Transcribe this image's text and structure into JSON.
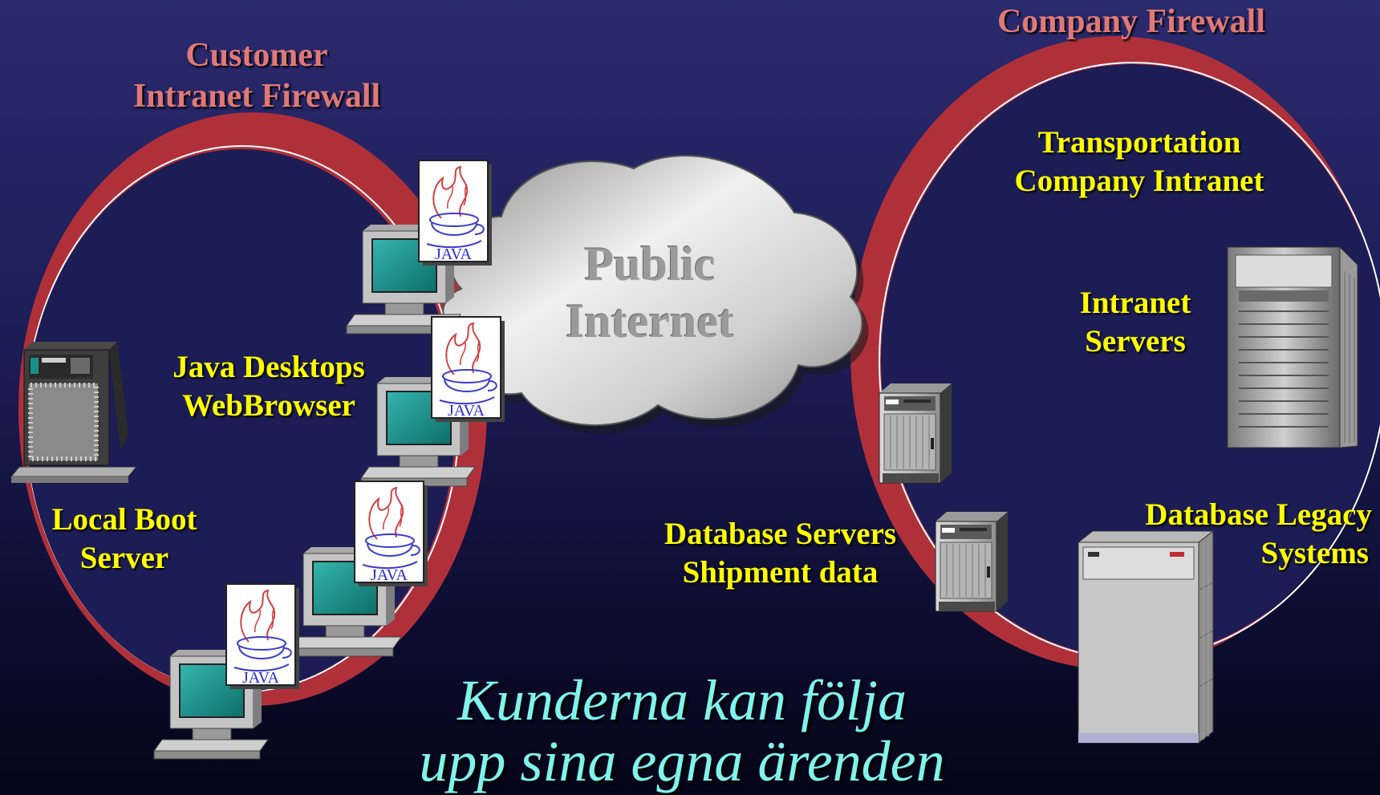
{
  "customer_zone": {
    "firewall_label": [
      "Customer",
      "Intranet Firewall"
    ]
  },
  "company_zone": {
    "firewall_label": "Company Firewall",
    "intranet_title": [
      "Transportation",
      "Company Intranet"
    ]
  },
  "internet": {
    "label": [
      "Public",
      "Internet"
    ]
  },
  "labels": {
    "java_desktops": [
      "Java Desktops",
      "WebBrowser"
    ],
    "local_boot": [
      "Local Boot",
      "Server"
    ],
    "intranet_servers": [
      "Intranet",
      "Servers"
    ],
    "db_servers": [
      "Database Servers",
      "Shipment data"
    ],
    "db_legacy": [
      "Database Legacy",
      "Systems"
    ]
  },
  "java_badge_text": "JAVA",
  "slogan": [
    "Kunderna kan följa",
    "upp sina egna ärenden"
  ],
  "colors": {
    "firewall_ring": "#b0303a",
    "firewall_label": "#e07878",
    "device_label": "#ffff00",
    "slogan": "#7ff4ec",
    "screen": "#1a8f8a"
  }
}
